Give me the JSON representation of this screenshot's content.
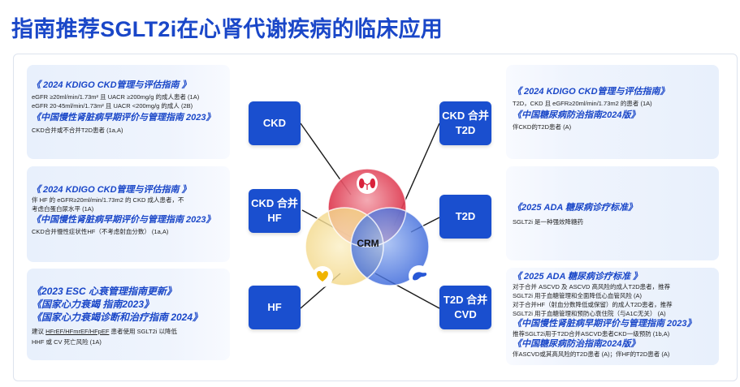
{
  "title": "指南推荐SGLT2i在心肾代谢疾病的临床应用",
  "left_panels": [
    {
      "blocks": [
        {
          "heading": "《 2024 KDIGO CKD管理与评估指南 》",
          "lines": [
            "eGFR ≥20ml/min/1.73m² 且 UACR ≥200mg/g 的成人患者 (1A)",
            "eGFR 20-45ml/min/1.73m² 且 UACR <200mg/g 的成人 (2B)"
          ]
        },
        {
          "heading": "《中国慢性肾脏病早期评价与管理指南 2023》",
          "lines": [
            "CKD合并或不合并T2D患者 (1a,A)"
          ]
        }
      ]
    },
    {
      "blocks": [
        {
          "heading": "《 2024 KDIGO CKD管理与评估指南 》",
          "lines": [
            "伴 HF 的 eGFR≥20ml/min/1.73m2 的 CKD 成人患者，不",
            "考虑白蛋白尿水平 (1A)"
          ]
        },
        {
          "heading": "《中国慢性肾脏病早期评价与管理指南 2023》",
          "lines": [
            "CKD合并慢性症状性HF（不考虑射血分数） (1a,A)"
          ]
        }
      ]
    },
    {
      "headings": [
        "《2023 ESC 心衰管理指南更新》",
        "《国家心力衰竭 指南2023》",
        "《国家心力衰竭诊断和治疗指南 2024》"
      ],
      "line1_prefix": "建议 ",
      "line1_underlined": "HFrEF/HFmrEF/HFpEF",
      "line1_suffix": " 患者使用 SGLT2i 以降低",
      "line2": "HHF 或 CV 死亡风险 (1A)"
    }
  ],
  "right_panels": [
    {
      "blocks": [
        {
          "heading": "《 2024 KDIGO CKD管理与评估指南》",
          "lines": [
            "T2D，CKD 且 eGFR≥20ml/min/1.73m2 的患者 (1A)"
          ]
        },
        {
          "heading": "《中国糖尿病防治指南2024版》",
          "lines": [
            "伴CKD的T2D患者 (A)"
          ]
        }
      ]
    },
    {
      "blocks": [
        {
          "heading": "《2025 ADA 糖尿病诊疗标准》",
          "lines": [
            "SGLT2i 是一种强效降糖药"
          ]
        }
      ]
    },
    {
      "blocks": [
        {
          "heading": "《 2025 ADA 糖尿病诊疗标准 》",
          "lines": [
            "对于合并 ASCVD 及 ASCVD 高风险的成人T2D患者，推荐",
            "SGLT2i 用于血糖管理和全面降低心血管风险 (A)",
            "对于合并HF（射血分数降低或保留）的成人T2D患者，推荐",
            "SGLT2i 用于血糖管理和预防心衰住院（与A1C无关） (A)"
          ]
        },
        {
          "heading": "《中国慢性肾脏病早期评价与管理指南 2023》",
          "lines": [
            "推荐SGLT2i用于T2D合并ASCVD患者CKD一级预防 (1b,A)"
          ]
        },
        {
          "heading": "《中国糖尿病防治指南2024版》",
          "lines": [
            "伴ASCVD或其高风险的T2D患者 (A)；伴HF的T2D患者 (A)"
          ]
        }
      ]
    }
  ],
  "boxes": {
    "ckd": "CKD",
    "ckd_hf": [
      "CKD 合并",
      "HF"
    ],
    "hf": "HF",
    "ckd_t2d": [
      "CKD 合并",
      "T2D"
    ],
    "t2d": "T2D",
    "t2d_cvd": [
      "T2D 合并",
      "CVD"
    ]
  },
  "venn_center": "CRM",
  "colors": {
    "title": "#1a47c8",
    "box": "#1a4fcf",
    "kidney_circle": "#d9223b",
    "heart_circle": "#f1d27a",
    "metabolic_circle": "#2858d6",
    "panel_bg": "#edf3fd"
  },
  "icons": [
    "kidney-icon",
    "heart-icon",
    "pancreas-icon"
  ]
}
